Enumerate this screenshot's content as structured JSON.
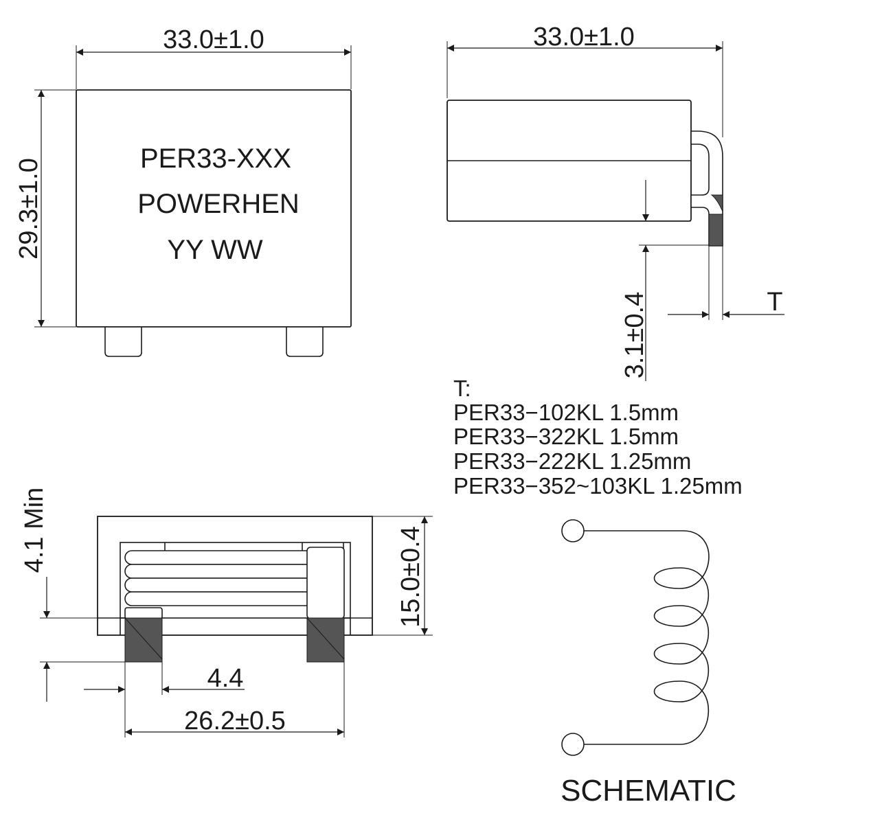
{
  "front_view": {
    "width_dim": "33.0±1.0",
    "height_dim": "29.3±1.0",
    "marking": [
      "PER33-XXX",
      "POWERHEN",
      "YY WW"
    ]
  },
  "side_view": {
    "width_dim": "33.0±1.0",
    "terminal_height_dim": "3.1±0.4",
    "thickness_label": "T"
  },
  "bottom_view": {
    "min_dim": "4.1 Min",
    "height_dim": "15.0±0.4",
    "pad_width_dim": "4.4",
    "pitch_dim": "26.2±0.5"
  },
  "thickness_table": {
    "heading": "T:",
    "rows": [
      "PER33−102KL 1.5mm",
      "PER33−322KL 1.5mm",
      "PER33−222KL 1.25mm",
      "PER33−352~103KL 1.25mm"
    ]
  },
  "schematic": {
    "label": "SCHEMATIC"
  }
}
